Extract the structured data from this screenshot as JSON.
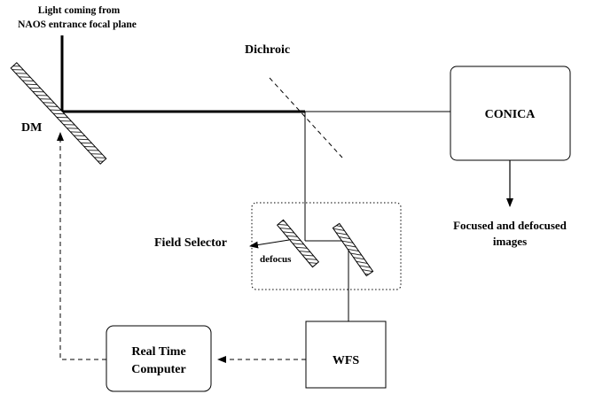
{
  "labels": {
    "light_source_line1": "Light coming from",
    "light_source_line2": "NAOS entrance focal plane",
    "dichroic": "Dichroic",
    "dm": "DM",
    "conica": "CONICA",
    "output_line1": "Focused and defocused",
    "output_line2": "images",
    "field_selector": "Field Selector",
    "defocus": "defocus",
    "wfs": "WFS",
    "rtc_line1": "Real Time",
    "rtc_line2": "Computer"
  },
  "colors": {
    "line": "#000000",
    "background": "#ffffff"
  }
}
